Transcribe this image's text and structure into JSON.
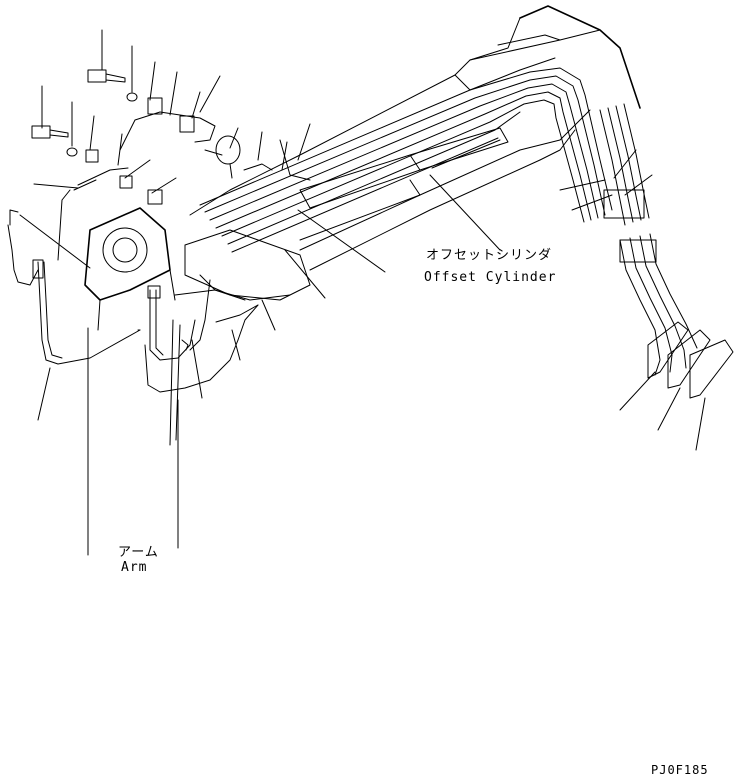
{
  "labels": {
    "offset_cylinder_jp": "オフセットシリンダ",
    "offset_cylinder_en": "Offset Cylinder",
    "arm_jp": "アーム",
    "arm_en": "Arm",
    "drawing_code": "PJ0F185"
  }
}
